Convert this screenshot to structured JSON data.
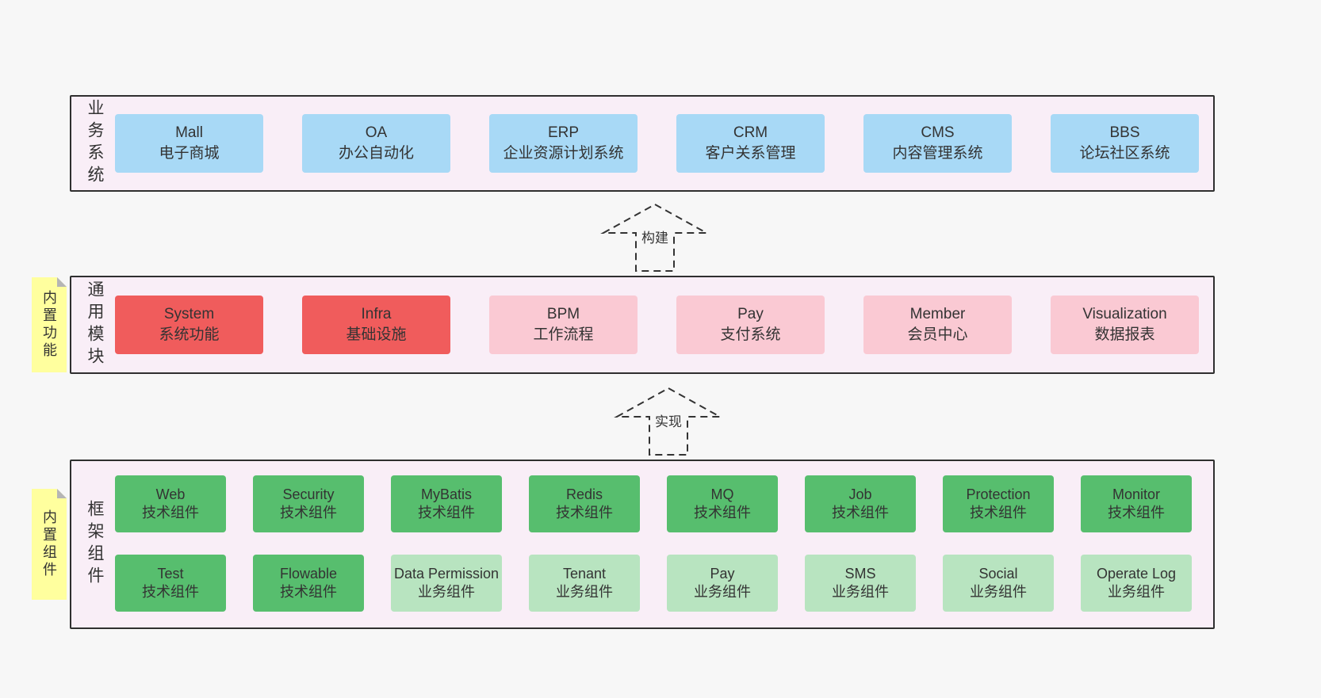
{
  "palette": {
    "page_bg": "#f7f7f7",
    "band_bg": "#f9eef7",
    "band_border": "#2f2f2f",
    "blue": "#a8d9f6",
    "red": "#f05c5c",
    "pink": "#fac9d3",
    "green": "#57be6e",
    "light_green": "#b8e4c0",
    "sticky_yellow": "#ffff9e",
    "text": "#333333"
  },
  "arrows": [
    {
      "label": "构建"
    },
    {
      "label": "实现"
    }
  ],
  "bands": {
    "business": {
      "side_label": "业务系统",
      "boxes": [
        {
          "title": "Mall",
          "subtitle": "电子商城",
          "variant": "blue"
        },
        {
          "title": "OA",
          "subtitle": "办公自动化",
          "variant": "blue"
        },
        {
          "title": "ERP",
          "subtitle": "企业资源计划系统",
          "variant": "blue"
        },
        {
          "title": "CRM",
          "subtitle": "客户关系管理",
          "variant": "blue"
        },
        {
          "title": "CMS",
          "subtitle": "内容管理系统",
          "variant": "blue"
        },
        {
          "title": "BBS",
          "subtitle": "论坛社区系统",
          "variant": "blue"
        }
      ]
    },
    "modules": {
      "side_label": "通用模块",
      "sticky_label": "内置功能",
      "boxes": [
        {
          "title": "System",
          "subtitle": "系统功能",
          "variant": "red"
        },
        {
          "title": "Infra",
          "subtitle": "基础设施",
          "variant": "red"
        },
        {
          "title": "BPM",
          "subtitle": "工作流程",
          "variant": "pink"
        },
        {
          "title": "Pay",
          "subtitle": "支付系统",
          "variant": "pink"
        },
        {
          "title": "Member",
          "subtitle": "会员中心",
          "variant": "pink"
        },
        {
          "title": "Visualization",
          "subtitle": "数据报表",
          "variant": "pink"
        }
      ]
    },
    "components": {
      "side_label": "框架组件",
      "sticky_label": "内置组件",
      "row1": [
        {
          "title": "Web",
          "subtitle": "技术组件",
          "variant": "green"
        },
        {
          "title": "Security",
          "subtitle": "技术组件",
          "variant": "green"
        },
        {
          "title": "MyBatis",
          "subtitle": "技术组件",
          "variant": "green"
        },
        {
          "title": "Redis",
          "subtitle": "技术组件",
          "variant": "green"
        },
        {
          "title": "MQ",
          "subtitle": "技术组件",
          "variant": "green"
        },
        {
          "title": "Job",
          "subtitle": "技术组件",
          "variant": "green"
        },
        {
          "title": "Protection",
          "subtitle": "技术组件",
          "variant": "green"
        },
        {
          "title": "Monitor",
          "subtitle": "技术组件",
          "variant": "green"
        }
      ],
      "row2": [
        {
          "title": "Test",
          "subtitle": "技术组件",
          "variant": "green"
        },
        {
          "title": "Flowable",
          "subtitle": "技术组件",
          "variant": "green"
        },
        {
          "title": "Data Permission",
          "subtitle": "业务组件",
          "variant": "lightgreen"
        },
        {
          "title": "Tenant",
          "subtitle": "业务组件",
          "variant": "lightgreen"
        },
        {
          "title": "Pay",
          "subtitle": "业务组件",
          "variant": "lightgreen"
        },
        {
          "title": "SMS",
          "subtitle": "业务组件",
          "variant": "lightgreen"
        },
        {
          "title": "Social",
          "subtitle": "业务组件",
          "variant": "lightgreen"
        },
        {
          "title": "Operate Log",
          "subtitle": "业务组件",
          "variant": "lightgreen"
        }
      ]
    }
  }
}
